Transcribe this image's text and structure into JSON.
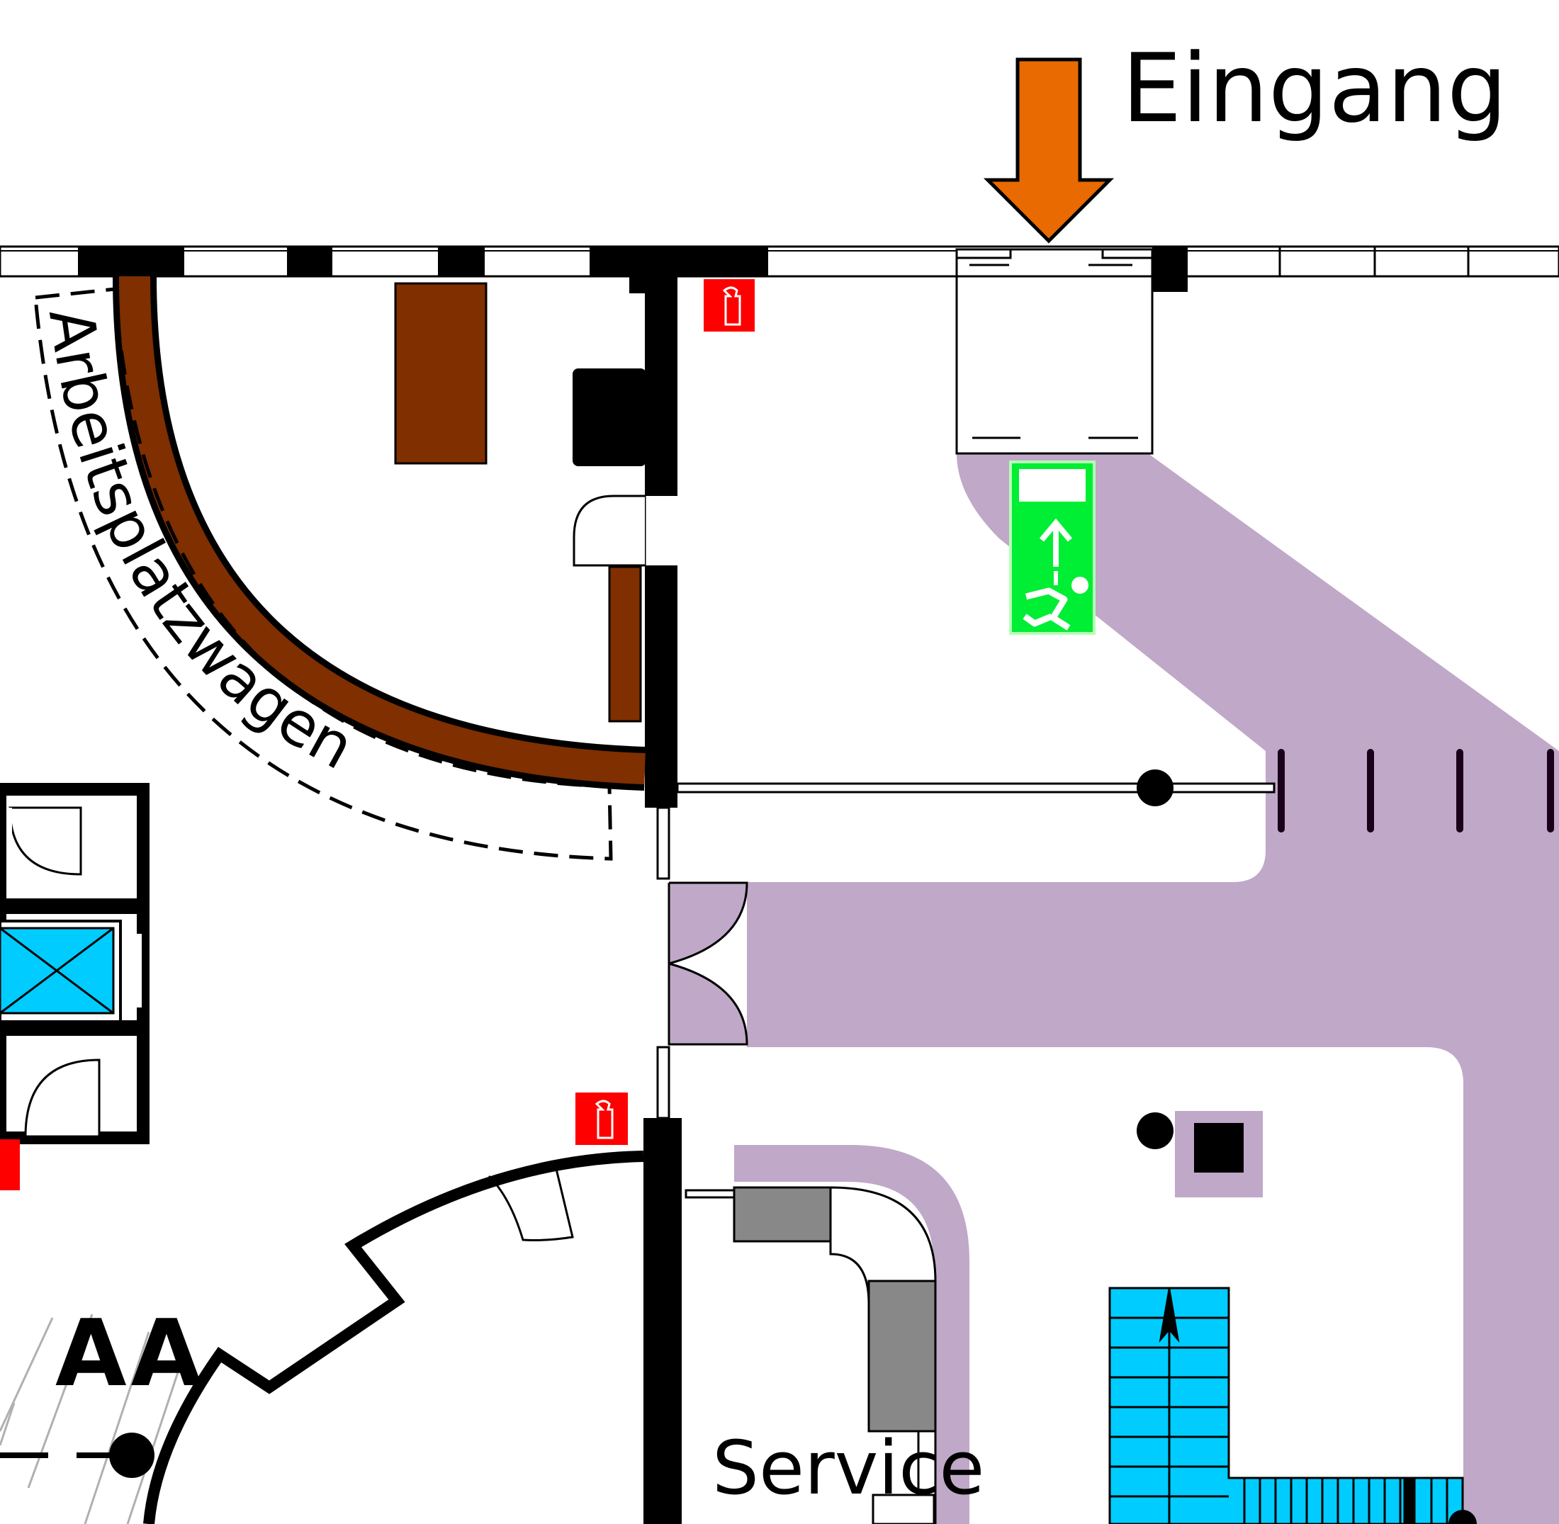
{
  "labels": {
    "entrance": "Eingang",
    "workstation_cart": "Arbeitsplatzwagen",
    "room_code": "AA",
    "service": "Service"
  },
  "colors": {
    "walkway": "#c0a8c8",
    "furniture": "#7f2f00",
    "stairs_elevator": "#00ccff",
    "entrance_arrow": "#e86a00",
    "exit_sign": "#00ee33",
    "extinguisher": "#ff0000",
    "counter": "#888888"
  },
  "icons": [
    "entrance-arrow-icon",
    "fire-extinguisher-icon",
    "emergency-exit-icon",
    "elevator-icon",
    "stairs-icon"
  ]
}
